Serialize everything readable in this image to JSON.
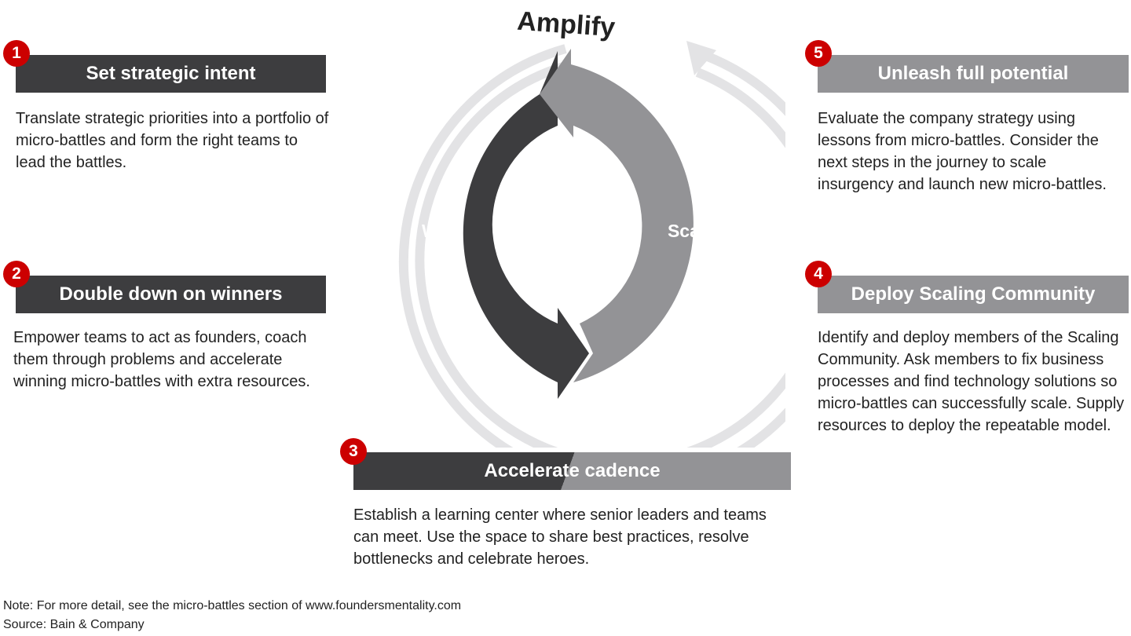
{
  "diagram": {
    "outer_label": "Amplify",
    "inner_left_label": "Win",
    "inner_right_label": "Scale"
  },
  "steps": [
    {
      "number": "1",
      "title": "Set strategic intent",
      "description": "Translate strategic priorities into a portfolio of micro-battles and form the right teams to lead the battles."
    },
    {
      "number": "2",
      "title": "Double down on winners",
      "description": "Empower teams to act as founders, coach them through problems and accelerate winning micro-battles with extra resources."
    },
    {
      "number": "3",
      "title": "Accelerate cadence",
      "description": "Establish a learning center where senior leaders and teams can meet. Use the space to share best practices, resolve bottlenecks and celebrate heroes."
    },
    {
      "number": "4",
      "title": "Deploy Scaling Community",
      "description": "Identify and deploy members of the Scaling Community. Ask members to fix business processes and find technology solutions so micro-battles can successfully scale. Supply resources to deploy the repeatable model."
    },
    {
      "number": "5",
      "title": "Unleash full potential",
      "description": "Evaluate the company strategy using lessons from micro-battles. Consider the next steps in the journey to scale insurgency and launch new micro-battles."
    }
  ],
  "footer": {
    "note": "Note: For more detail, see the micro-battles section of www.foundersmentality.com",
    "source": "Source: Bain & Company"
  },
  "colors": {
    "dark_gray": "#3d3d3f",
    "medium_gray": "#939396",
    "light_gray": "#e3e3e5",
    "badge_red": "#cc0000"
  }
}
